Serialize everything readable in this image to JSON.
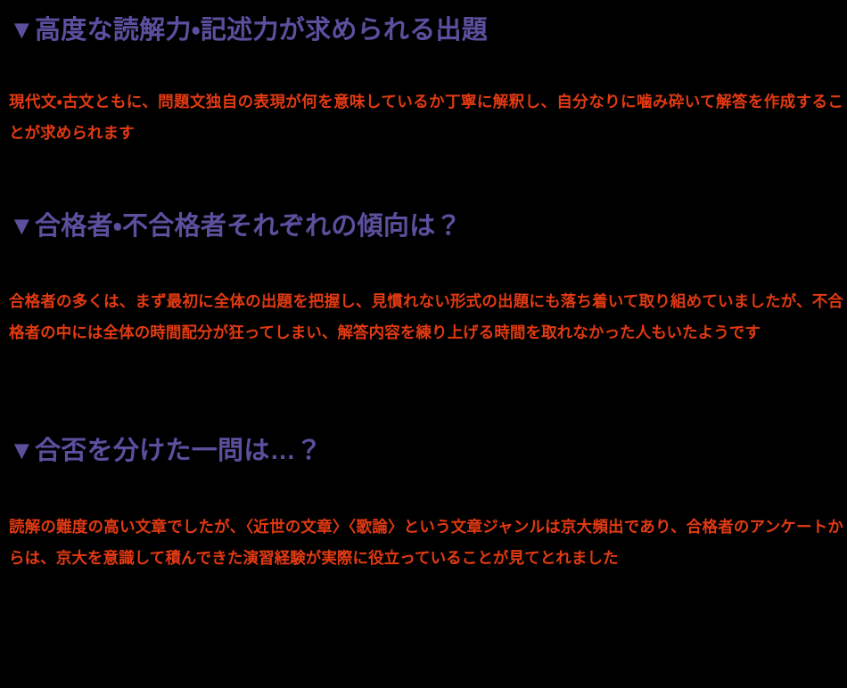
{
  "theme": {
    "background": "#000000",
    "heading_color": "#5d4f9e",
    "body_color": "#e23a12"
  },
  "sections": [
    {
      "marker": "▼",
      "heading": "▼高度な読解力・記述力が求められる出題",
      "body": "現代文・古文ともに、問題文独自の表現が何を意味しているか丁寧に解釈し、自分なりに噛み砕いて解答を作成することが求められます"
    },
    {
      "marker": "▼",
      "heading": "▼合格者・不合格者それぞれの傾向は？",
      "body": "合格者の多くは、まず最初に全体の出題を把握し、見慣れない形式の出題にも落ち着いて取り組めていましたが、不合格者の中には全体の時間配分が狂ってしまい、解答内容を練り上げる時間を取れなかった人もいたようです"
    },
    {
      "marker": "▼",
      "heading": "▼合否を分けた一問は…？",
      "body": "読解の難度の高い文章でしたが、〈近世の文章〉〈歌論〉という文章ジャンルは京大頻出であり、合格者のアンケートからは、京大を意識して積んできた演習経験が実際に役立っていることが見てとれました"
    }
  ]
}
